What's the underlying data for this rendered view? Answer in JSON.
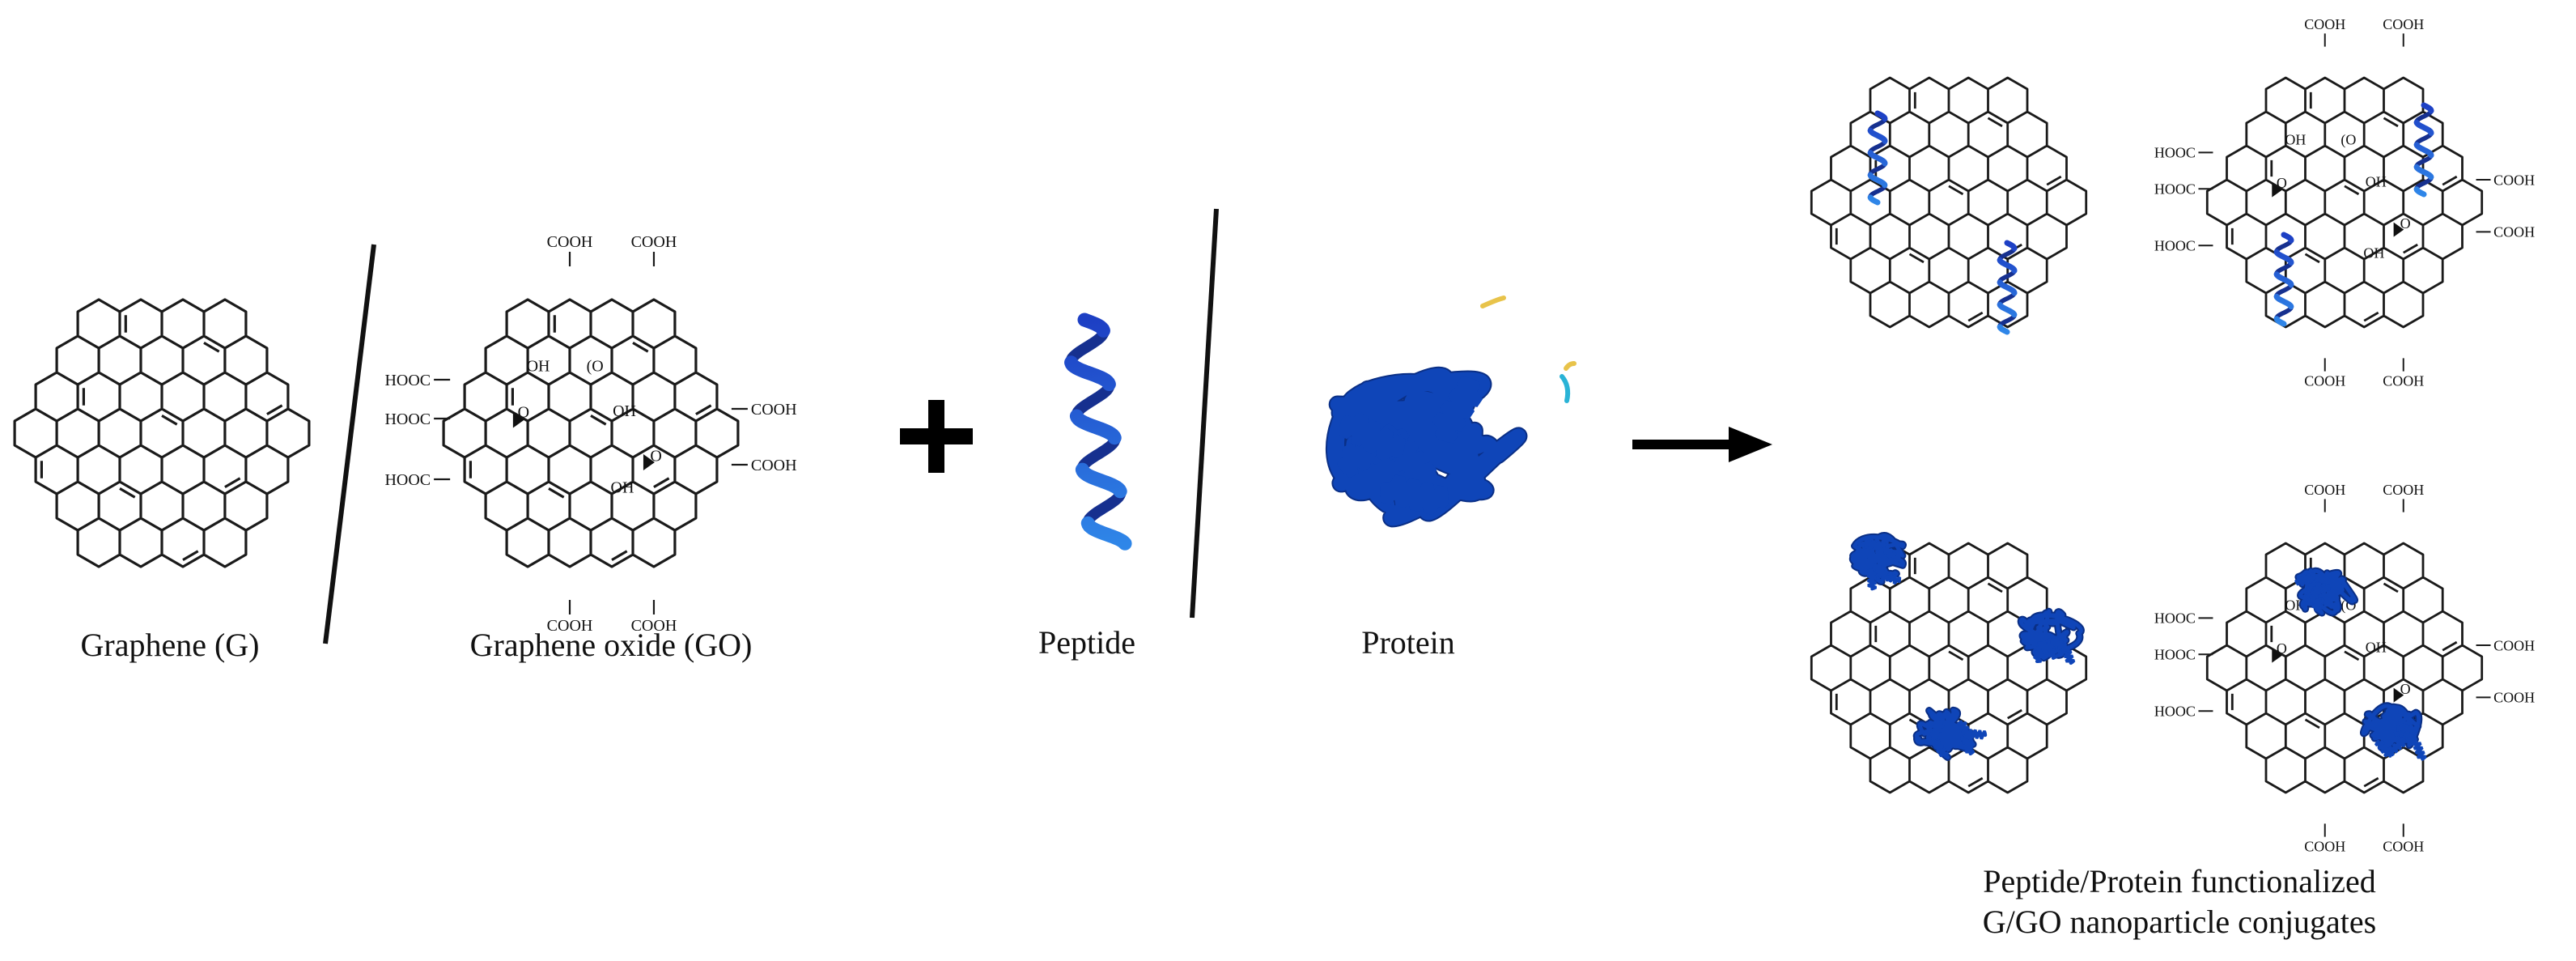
{
  "labels": {
    "graphene": "Graphene (G)",
    "graphene_oxide": "Graphene oxide (GO)",
    "peptide": "Peptide",
    "protein": "Protein",
    "conjugates_line1": "Peptide/Protein functionalized",
    "conjugates_line2": "G/GO nanoparticle conjugates"
  },
  "groups": {
    "cooh": "COOH",
    "hooc": "HOOC",
    "oh": "OH",
    "o": "O"
  },
  "colors": {
    "line": "#1a1a1a",
    "helix_dark": "#1d3fc4",
    "helix_light": "#2f86e8",
    "protein": "#0f45b8",
    "protein_accent_yellow": "#e8c34a",
    "protein_accent_cyan": "#2ab3d6"
  }
}
